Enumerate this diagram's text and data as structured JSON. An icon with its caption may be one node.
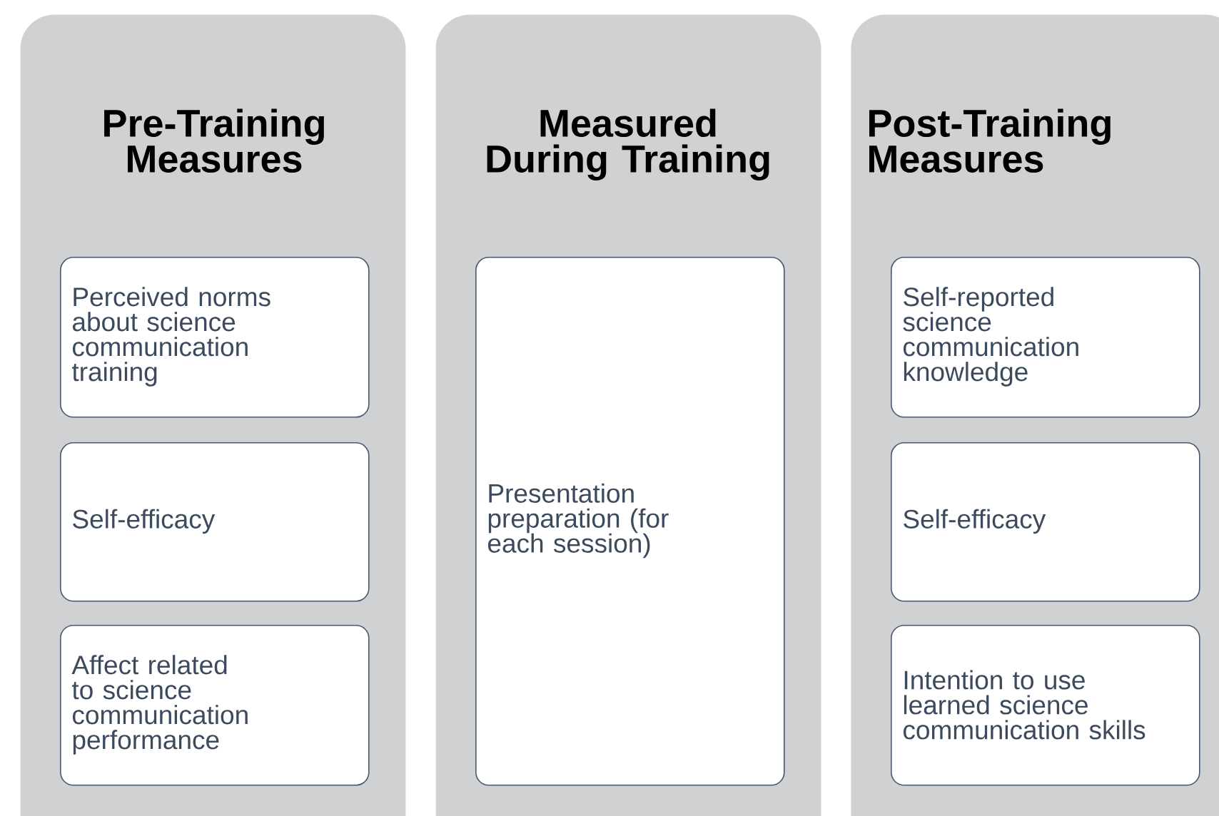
{
  "diagram": {
    "nodes": [
      {
        "text": [
          "Pre-Training Measures"
        ]
      },
      {
        "text": [
          "Perceived norms about science communication training"
        ],
        "in": 0
      },
      {
        "text": [
          "Self-efficacy"
        ],
        "in": 0
      },
      {
        "text": [
          "Affect related to science communication performance"
        ],
        "in": 0
      },
      {
        "text": [
          "Measured During Training"
        ]
      },
      {
        "text": [
          "Presentation preparation (for each session)"
        ],
        "in": 4
      },
      {
        "text": [
          "Post-Training Measures"
        ]
      },
      {
        "text": [
          "Self-reported science communication knowledge"
        ],
        "in": 6
      },
      {
        "text": [
          "Self-efficacy"
        ],
        "in": 6
      },
      {
        "text": [
          "Intention to use learned science communication skills"
        ],
        "in": 6
      }
    ]
  }
}
